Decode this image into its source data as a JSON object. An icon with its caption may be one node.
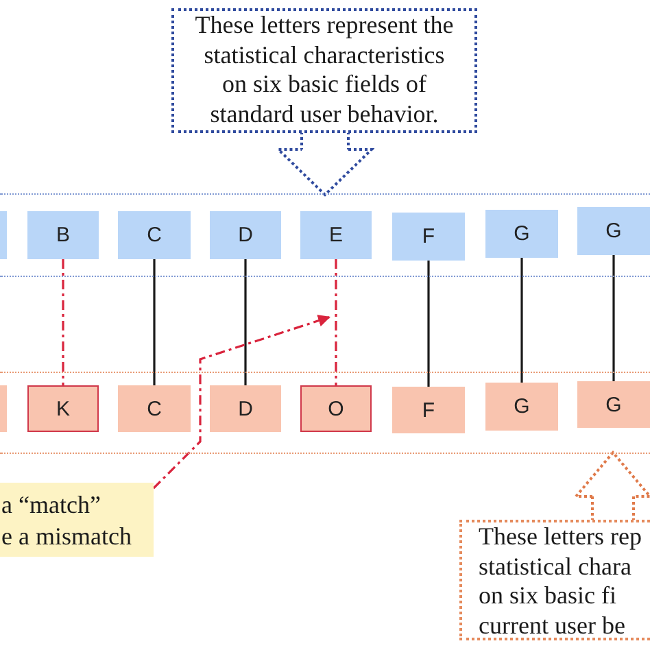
{
  "diagram": {
    "nodes": [
      {
        "text": [
          "These letters represent the statistical characteristics on six basic fields of standard user behavior."
        ]
      },
      {
        "text": [],
        "shape": "band"
      },
      {
        "text": [],
        "shape": "box",
        "in": 1
      },
      {
        "text": [
          "B"
        ],
        "in": 1
      },
      {
        "text": [
          "C"
        ],
        "in": 1
      },
      {
        "text": [
          "D"
        ],
        "in": 1
      },
      {
        "text": [
          "E"
        ],
        "in": 1
      },
      {
        "text": [
          "F"
        ],
        "in": 1
      },
      {
        "text": [
          "G"
        ],
        "in": 1
      },
      {
        "text": [
          "G"
        ],
        "in": 1
      },
      {
        "text": [],
        "shape": "band"
      },
      {
        "text": [],
        "shape": "box",
        "in": 10
      },
      {
        "text": [
          "K"
        ],
        "in": 10
      },
      {
        "text": [
          "C"
        ],
        "in": 10
      },
      {
        "text": [
          "D"
        ],
        "in": 10
      },
      {
        "text": [
          "O"
        ],
        "in": 10
      },
      {
        "text": [
          "F"
        ],
        "in": 10
      },
      {
        "text": [
          "G"
        ],
        "in": 10
      },
      {
        "text": [
          "G"
        ],
        "in": 10
      },
      {
        "text": [
          "a “match”",
          "e a mismatch"
        ]
      },
      {
        "text": [
          "These letters rep statistical chara on six basic fi current user be"
        ]
      }
    ],
    "edges": [
      {
        "from": 0,
        "to": 1,
        "arrow": "to",
        "style": "dashed",
        "color": "#2f4a9e"
      },
      {
        "from": 3,
        "to": 12,
        "arrow": "none",
        "style": "dashed",
        "color": "#d9243d"
      },
      {
        "from": 4,
        "to": 13,
        "arrow": "none"
      },
      {
        "from": 5,
        "to": 14,
        "arrow": "none"
      },
      {
        "from": 6,
        "to": 15,
        "arrow": "none",
        "style": "dashed",
        "color": "#d9243d"
      },
      {
        "from": 7,
        "to": 16,
        "arrow": "none"
      },
      {
        "from": 8,
        "to": 17,
        "arrow": "none"
      },
      {
        "from": 9,
        "to": 18,
        "arrow": "none"
      },
      {
        "from": 19,
        "to": null,
        "arrow": "to",
        "style": "dashed",
        "color": "#d9243d"
      },
      {
        "from": 20,
        "to": 10,
        "arrow": "to",
        "style": "dashed",
        "color": "#e07a4a"
      }
    ]
  }
}
